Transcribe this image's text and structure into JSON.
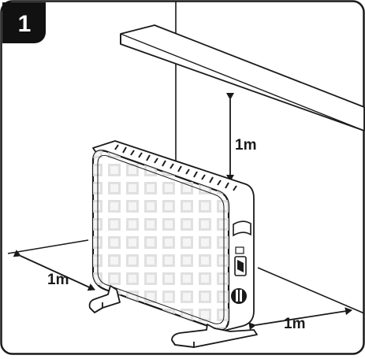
{
  "step": {
    "number": "1"
  },
  "labels": {
    "clearance_above": "1m",
    "clearance_left": "1m",
    "clearance_right": "1m"
  },
  "colors": {
    "line": "#1a1a1a",
    "badge": "#111111",
    "badge_text": "#ffffff",
    "panel_shade": "#d9d9d9",
    "panel_light": "#ffffff"
  },
  "icons": {
    "power_switch": "rocker-switch-icon",
    "thermostat": "thermostat-knob-icon"
  }
}
